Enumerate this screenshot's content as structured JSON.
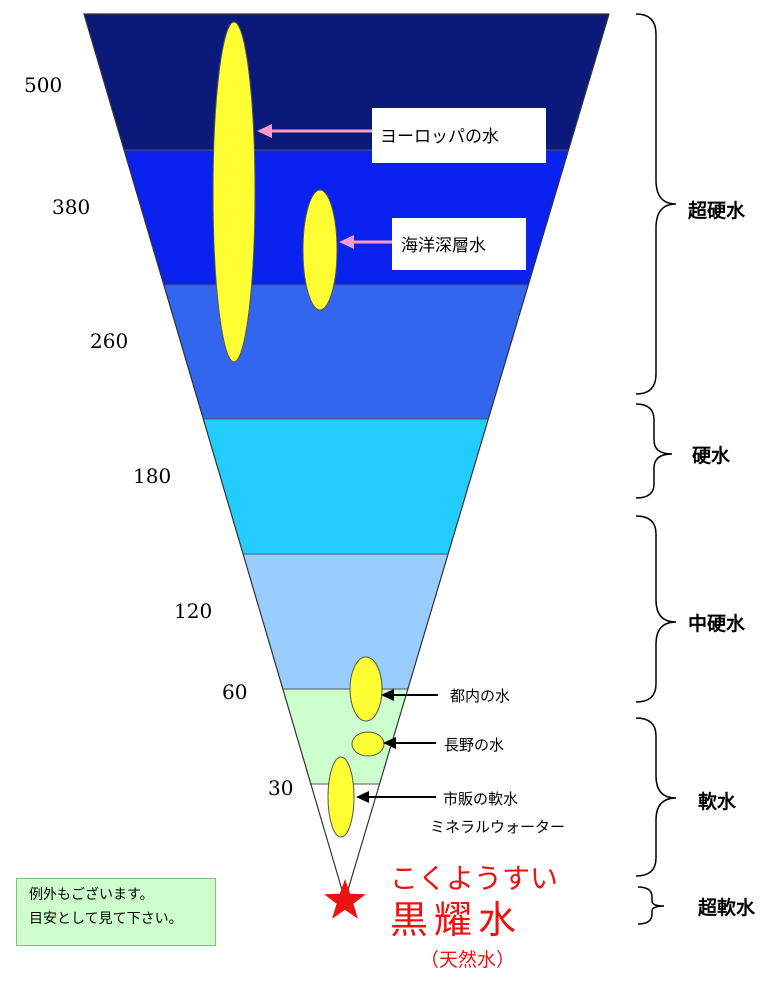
{
  "colors": {
    "band_500": "#0b1a7a",
    "band_380": "#0a22ee",
    "band_260": "#3366ee",
    "band_180": "#22ccff",
    "band_120": "#99ccff",
    "band_60": "#ccffcc",
    "band_30": "#ffffff",
    "ellipse": "#ffff33",
    "pink_arrow": "#ff99cc",
    "star": "#ee1111"
  },
  "hardness_levels": [
    "500",
    "380",
    "260",
    "180",
    "120",
    "60",
    "30"
  ],
  "categories": [
    {
      "label": "超硬水"
    },
    {
      "label": "硬水"
    },
    {
      "label": "中硬水"
    },
    {
      "label": "軟水"
    },
    {
      "label": "超軟水"
    }
  ],
  "water_labels": {
    "europe": "ヨーロッパの水",
    "deep_sea": "海洋深層水",
    "tokyo": "都内の水",
    "nagano": "長野の水",
    "commercial_line1": "市販の軟水",
    "commercial_line2": "ミネラルウォーター"
  },
  "note": {
    "line1": "例外もございます。",
    "line2": "目安として見て下さい。"
  },
  "brand": {
    "kana": "こくようすい",
    "name": "黒耀水",
    "sub": "（天然水）"
  }
}
